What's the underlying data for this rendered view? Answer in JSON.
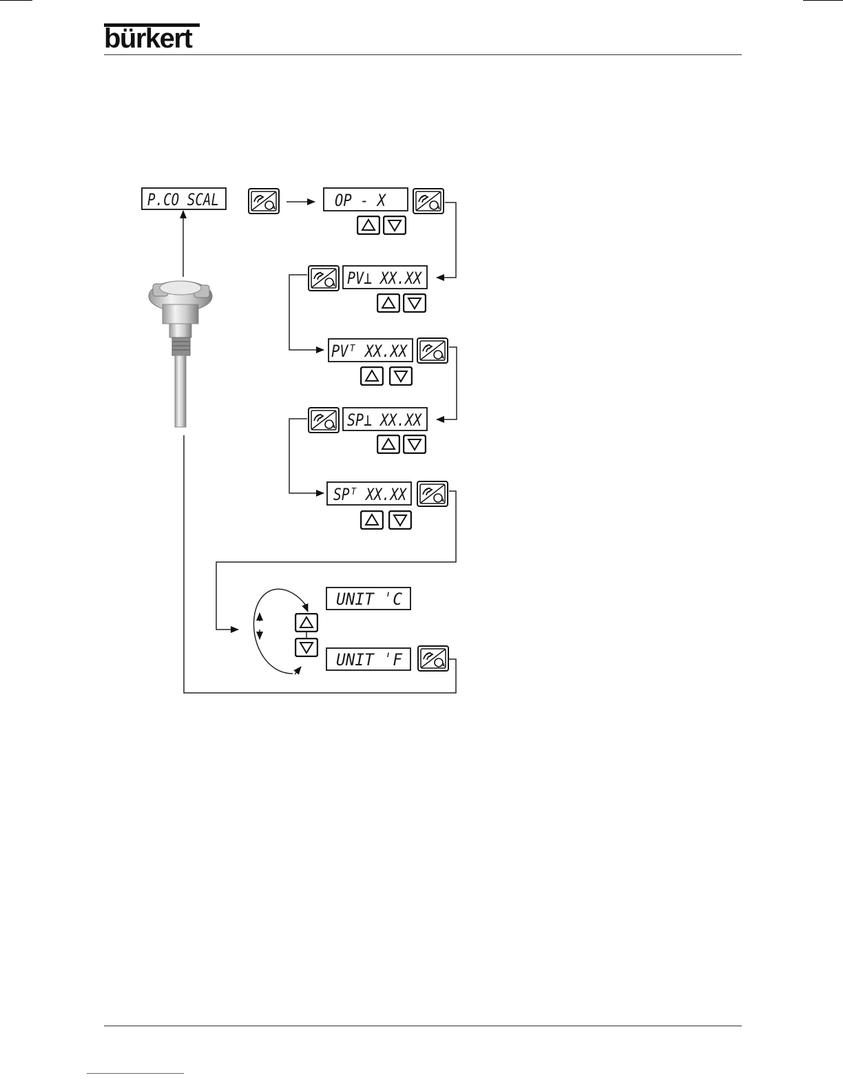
{
  "header": {
    "brand": "bürkert"
  },
  "diagram": {
    "displays": {
      "pco": "P.CO SCAL",
      "op": "OP  - X",
      "pv_low": "PV⊥ XX.XX",
      "pv_high": "PVᵀ XX.XX",
      "sp_low": "SP⊥ XX.XX",
      "sp_high": "SPᵀ XX.XX",
      "unit_c": "UNIT   ˈC",
      "unit_f": "UNIT   ˈF"
    }
  },
  "colors": {
    "ink": "#1a1a1a",
    "footer_link": "#4a5bd8"
  }
}
